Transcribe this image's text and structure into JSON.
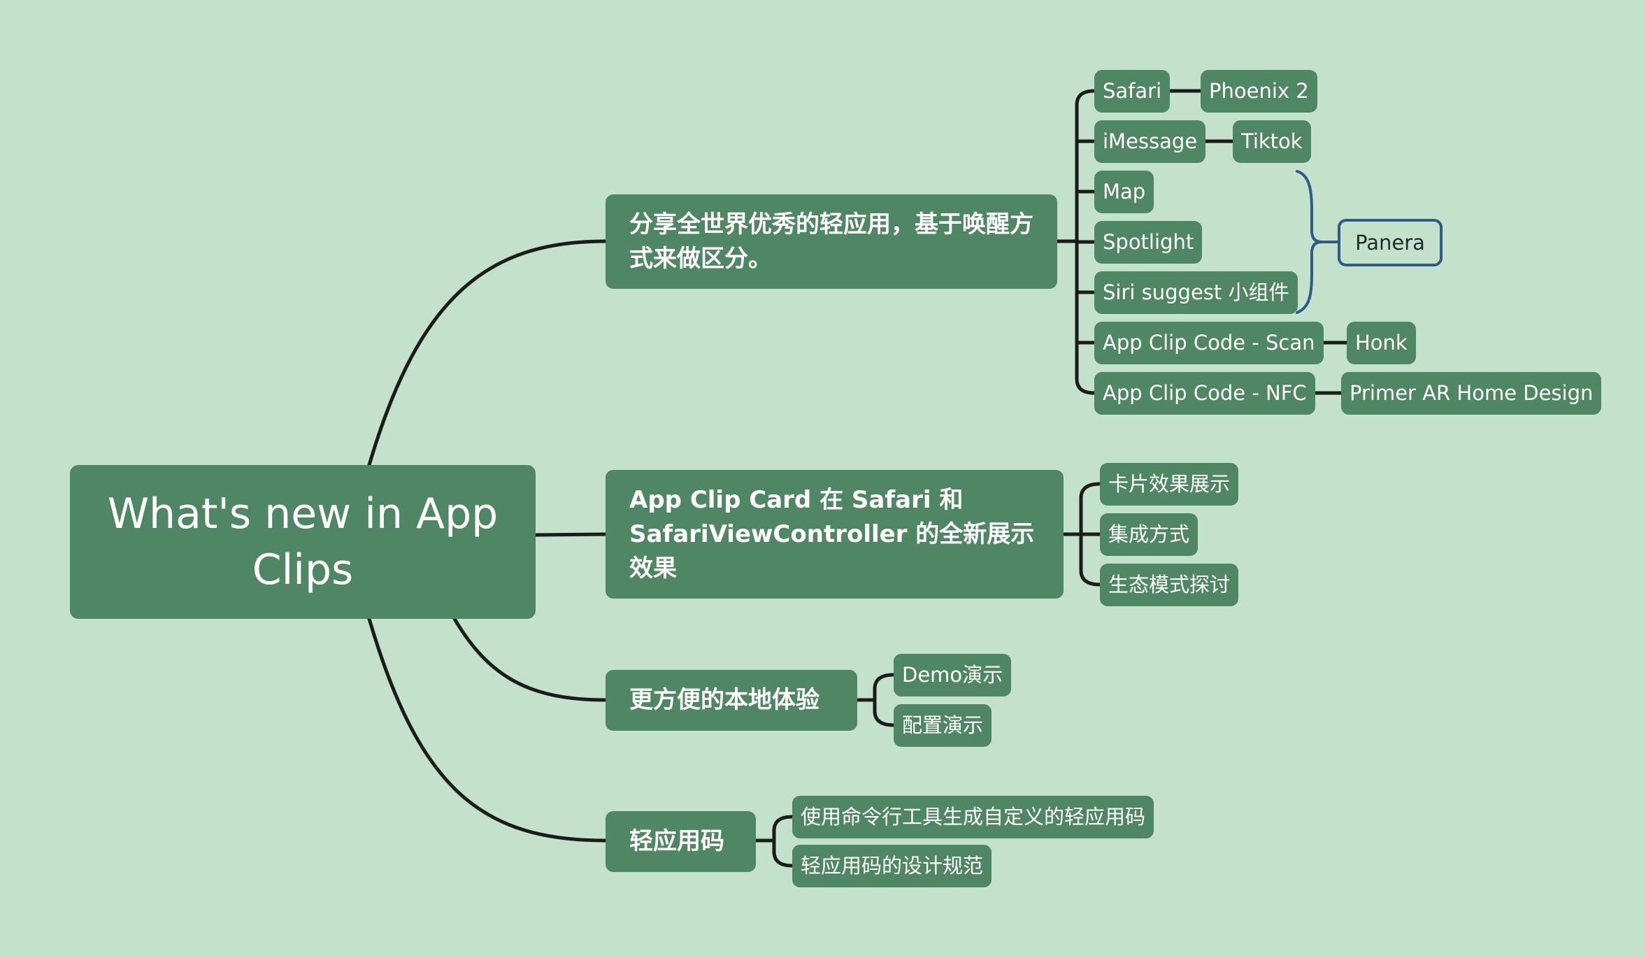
{
  "colors": {
    "background": "#c4e2cb",
    "node_fill": "#4f8663",
    "node_text": "#ffffff",
    "connector": "#1b1b1b",
    "summary": "#2f5b84"
  },
  "root": {
    "label": "What's new in App Clips"
  },
  "branches": [
    {
      "label": "分享全世界优秀的轻应用，基于唤醒方式来做区分。",
      "children": [
        {
          "label": "Safari",
          "child": "Phoenix 2"
        },
        {
          "label": "iMessage",
          "child": "Tiktok"
        },
        {
          "label": "Map"
        },
        {
          "label": "Spotlight"
        },
        {
          "label": "Siri suggest 小组件"
        },
        {
          "label": "App Clip Code - Scan",
          "child": "Honk"
        },
        {
          "label": "App Clip Code - NFC",
          "child": "Primer AR Home Design"
        }
      ],
      "summary": {
        "label": "Panera"
      }
    },
    {
      "label": "App Clip Card 在 Safari 和 SafariViewController 的全新展示效果",
      "children": [
        {
          "label": "卡片效果展示"
        },
        {
          "label": "集成方式"
        },
        {
          "label": "生态模式探讨"
        }
      ]
    },
    {
      "label": "更方便的本地体验",
      "children": [
        {
          "label": "Demo演示"
        },
        {
          "label": "配置演示"
        }
      ]
    },
    {
      "label": "轻应用码",
      "children": [
        {
          "label": "使用命令行工具生成自定义的轻应用码"
        },
        {
          "label": "轻应用码的设计规范"
        }
      ]
    }
  ]
}
